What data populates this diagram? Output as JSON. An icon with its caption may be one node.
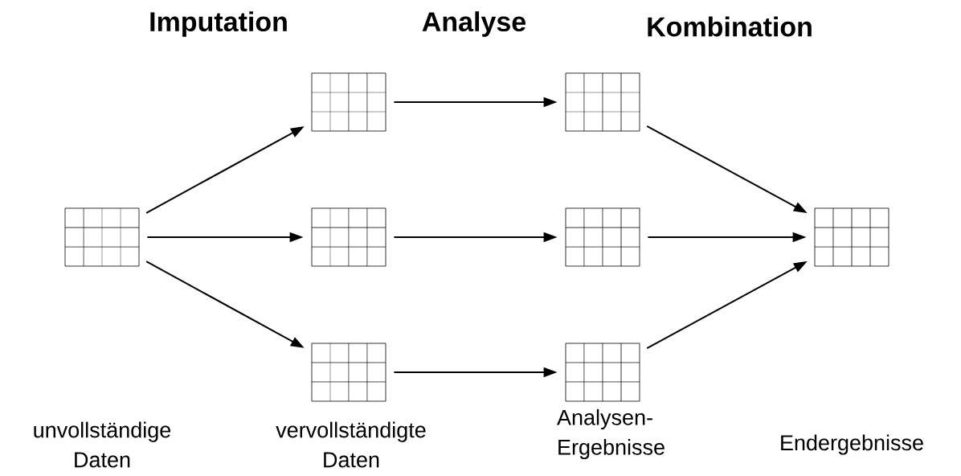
{
  "diagram": {
    "nodes": [
      {
        "text": [],
        "shape": "grid"
      },
      {
        "text": [],
        "shape": "grid"
      },
      {
        "text": [],
        "shape": "grid"
      },
      {
        "text": [],
        "shape": "grid"
      },
      {
        "text": [],
        "shape": "grid"
      },
      {
        "text": [],
        "shape": "grid"
      },
      {
        "text": [],
        "shape": "grid"
      },
      {
        "text": [],
        "shape": "grid"
      }
    ],
    "edges": [
      {
        "from": 0,
        "to": 1,
        "arrow": "to"
      },
      {
        "from": 0,
        "to": 2,
        "arrow": "to"
      },
      {
        "from": 0,
        "to": 3,
        "arrow": "to"
      },
      {
        "from": 1,
        "to": 4,
        "arrow": "to"
      },
      {
        "from": 2,
        "to": 5,
        "arrow": "to"
      },
      {
        "from": 3,
        "to": 6,
        "arrow": "to"
      },
      {
        "from": 4,
        "to": 7,
        "arrow": "to"
      },
      {
        "from": 5,
        "to": 7,
        "arrow": "to"
      },
      {
        "from": 6,
        "to": 7,
        "arrow": "to"
      }
    ],
    "labels": [
      "Imputation",
      "Analyse",
      "Kombination",
      "unvollständige Daten",
      "vervollständigte Daten",
      "Analysen-Ergebnisse",
      "Endergebnisse"
    ]
  }
}
